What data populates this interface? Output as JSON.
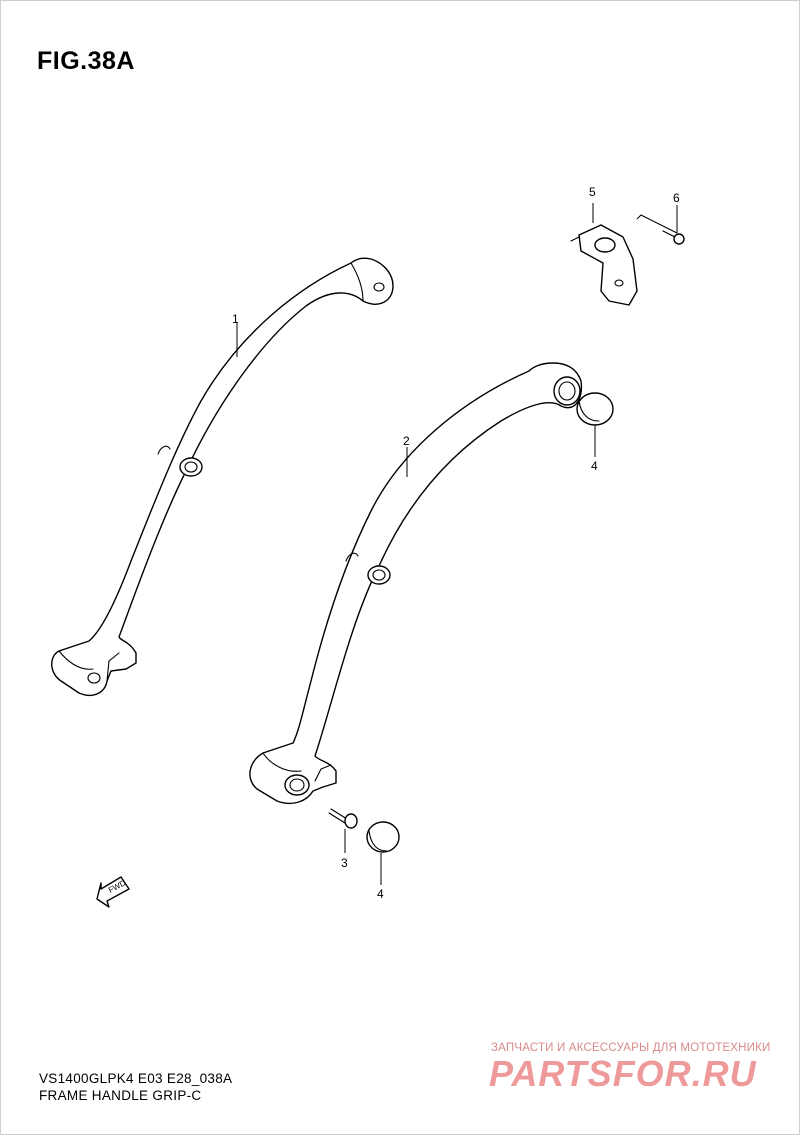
{
  "figure": {
    "title": "FIG.38A"
  },
  "callouts": [
    {
      "id": "c1",
      "text": "1"
    },
    {
      "id": "c2",
      "text": "2"
    },
    {
      "id": "c3",
      "text": "3"
    },
    {
      "id": "c4a",
      "text": "4"
    },
    {
      "id": "c4b",
      "text": "4"
    },
    {
      "id": "c5",
      "text": "5"
    },
    {
      "id": "c6",
      "text": "6"
    }
  ],
  "fwd_label": "FWD",
  "footer": {
    "model_code": "VS1400GLPK4 E03 E28_038A",
    "diagram_name": "FRAME HANDLE GRIP-C"
  },
  "watermark": {
    "tagline": "ЗАПЧАСТИ И АКСЕССУАРЫ ДЛЯ МОТОТЕХНИКИ",
    "brand": "PARTSFOR.RU"
  }
}
